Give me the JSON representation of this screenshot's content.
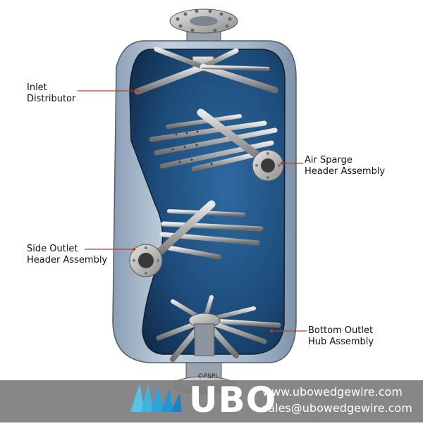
{
  "labels": {
    "inlet": "Inlet\nDistributor",
    "air_sparge": "Air Sparge\nHeader Assembly",
    "side_outlet": "Side Outlet\nHeader Assembly",
    "bottom_outlet": "Bottom Outlet\nHub Assembly"
  },
  "watermark": {
    "logo_text": "UBO",
    "website": "www.ubowedgewire.com",
    "email": "sales@ubowedgewire.com",
    "maker_mark": "©FSPI"
  },
  "colors": {
    "vessel_shell": "#a6b8cc",
    "vessel_interior": "#1e4f7e",
    "pipe_steel": "#b9b9b9",
    "leader_line": "#c0392b",
    "brand_bar": "#6e6e6e"
  }
}
